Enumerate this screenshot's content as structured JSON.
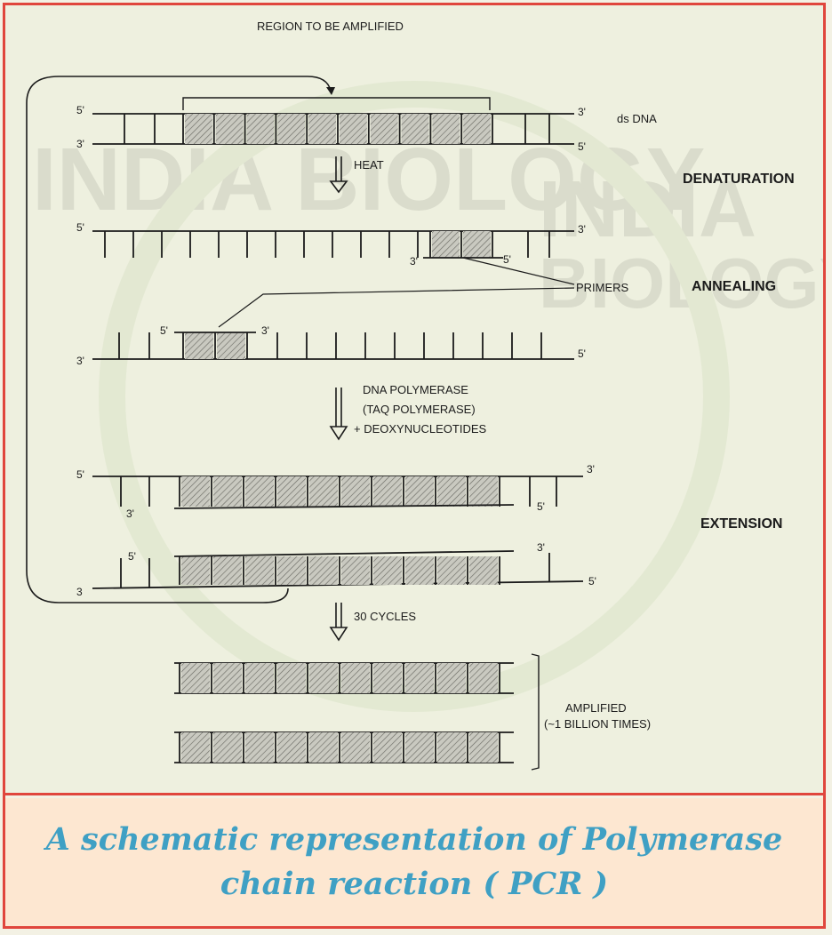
{
  "diagram": {
    "region_label": "REGION TO BE AMPLIFIED",
    "ds_dna_label": "ds DNA",
    "heat_label": "HEAT",
    "primers_label": "PRIMERS",
    "polymerase_label_1": "DNA POLYMERASE",
    "polymerase_label_2": "(TAQ POLYMERASE)",
    "polymerase_label_3": "+ DEOXYNUCLEOTIDES",
    "cycles_label": "30 CYCLES",
    "amplified_label_1": "AMPLIFIED",
    "amplified_label_2": "(~1 BILLION TIMES)",
    "stages": {
      "denaturation": "DENATURATION",
      "annealing": "ANNEALING",
      "extension": "EXTENSION"
    },
    "end_labels": {
      "five_prime": "5'",
      "three_prime": "3'",
      "three_no_prime": "3"
    },
    "watermark": "INDIA BIOLOGY"
  },
  "caption": {
    "line1": "A schematic representation of Polymerase",
    "line2": "chain reaction ( PCR )"
  },
  "colors": {
    "border": "#e0463d",
    "caption_bg": "#fde7d1",
    "caption_text": "#3fa0c4",
    "panel_bg": "#eef0df"
  }
}
